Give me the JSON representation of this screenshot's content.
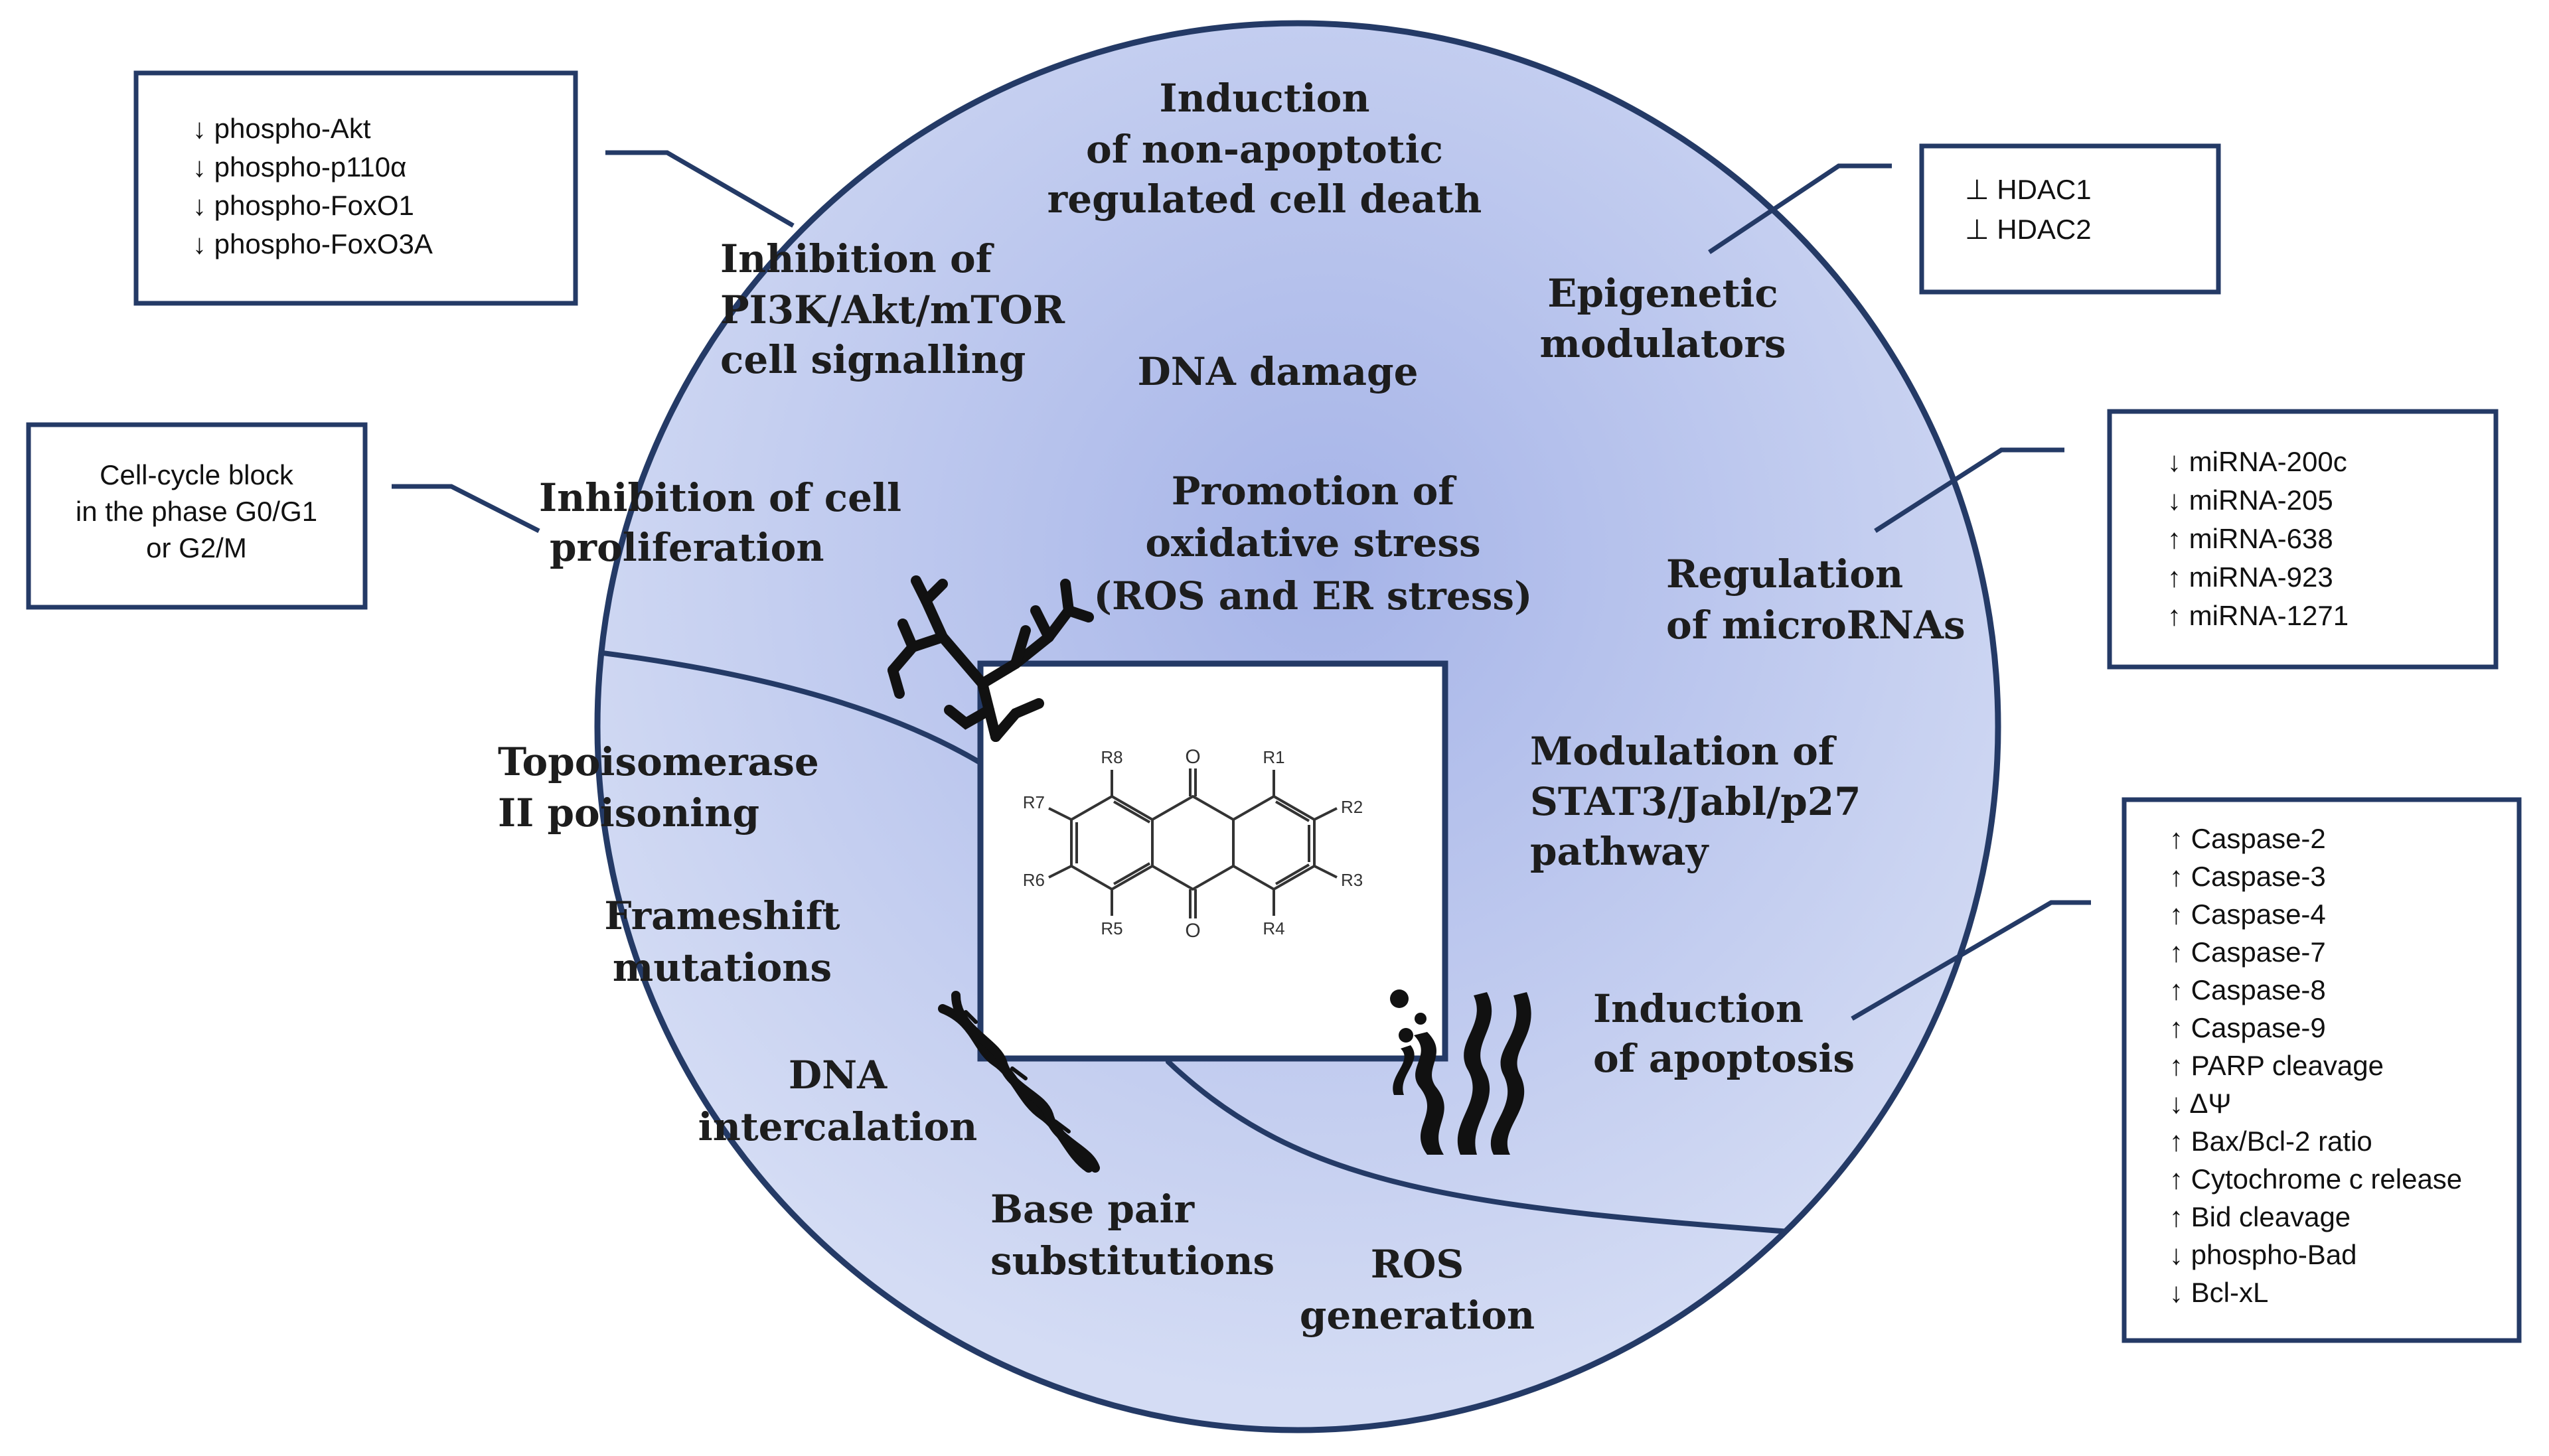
{
  "colors": {
    "cell_fill_center": "#a9b7e9",
    "cell_fill_edge": "#d2daf3",
    "outline": "#243a66",
    "text": "#1d1d1d"
  },
  "cell_labels": {
    "non_apoptotic": [
      "Induction",
      "of non-apoptotic",
      "regulated cell death"
    ],
    "pi3k": [
      "Inhibition of",
      "PI3K/Akt/mTOR",
      "cell signalling"
    ],
    "epigenetic": [
      "Epigenetic",
      "modulators"
    ],
    "dna_damage": [
      "DNA damage"
    ],
    "proliferation": [
      "Inhibition of cell",
      "proliferation"
    ],
    "oxidative": [
      "Promotion of",
      "oxidative stress",
      "(ROS and ER stress)"
    ],
    "micrornas": [
      "Regulation",
      "of microRNAs"
    ],
    "stat3": [
      "Modulation of",
      "STAT3/Jabl/p27",
      "pathway"
    ],
    "topo": [
      "Topoisomerase",
      "II poisoning"
    ],
    "frameshift": [
      "Frameshift",
      "mutations"
    ],
    "intercalation": [
      "DNA",
      "intercalation"
    ],
    "apoptosis": [
      "Induction",
      "of apoptosis"
    ],
    "base_pair": [
      "Base pair",
      "substitutions"
    ],
    "ros_gen": [
      "ROS",
      "generation"
    ]
  },
  "boxes": {
    "akt": [
      "↓ phospho-Akt",
      "↓ phospho-p110α",
      "↓ phospho-FoxO1",
      "↓ phospho-FoxO3A"
    ],
    "hdac": [
      "⊥ HDAC1",
      "⊥ HDAC2"
    ],
    "cell_cycle": [
      "Cell-cycle block",
      "in the phase G0/G1",
      "or G2/M"
    ],
    "mirna": [
      "↓ miRNA-200c",
      "↓ miRNA-205",
      "↑ miRNA-638",
      "↑ miRNA-923",
      "↑ miRNA-1271"
    ],
    "apoptosis": [
      "↑ Caspase-2",
      "↑ Caspase-3",
      "↑ Caspase-4",
      "↑ Caspase-7",
      "↑ Caspase-8",
      "↑ Caspase-9",
      "↑ PARP cleavage",
      "↓ ΔΨ",
      "↑ Bax/Bcl-2 ratio",
      "↑ Cytochrome c release",
      "↑ Bid cleavage",
      "↓ phospho-Bad",
      "↓ Bcl-xL"
    ]
  },
  "molecule": {
    "substituents": [
      "R8",
      "R1",
      "R7",
      "R2",
      "R6",
      "R3",
      "R5",
      "R4"
    ],
    "oxygen": "O"
  }
}
